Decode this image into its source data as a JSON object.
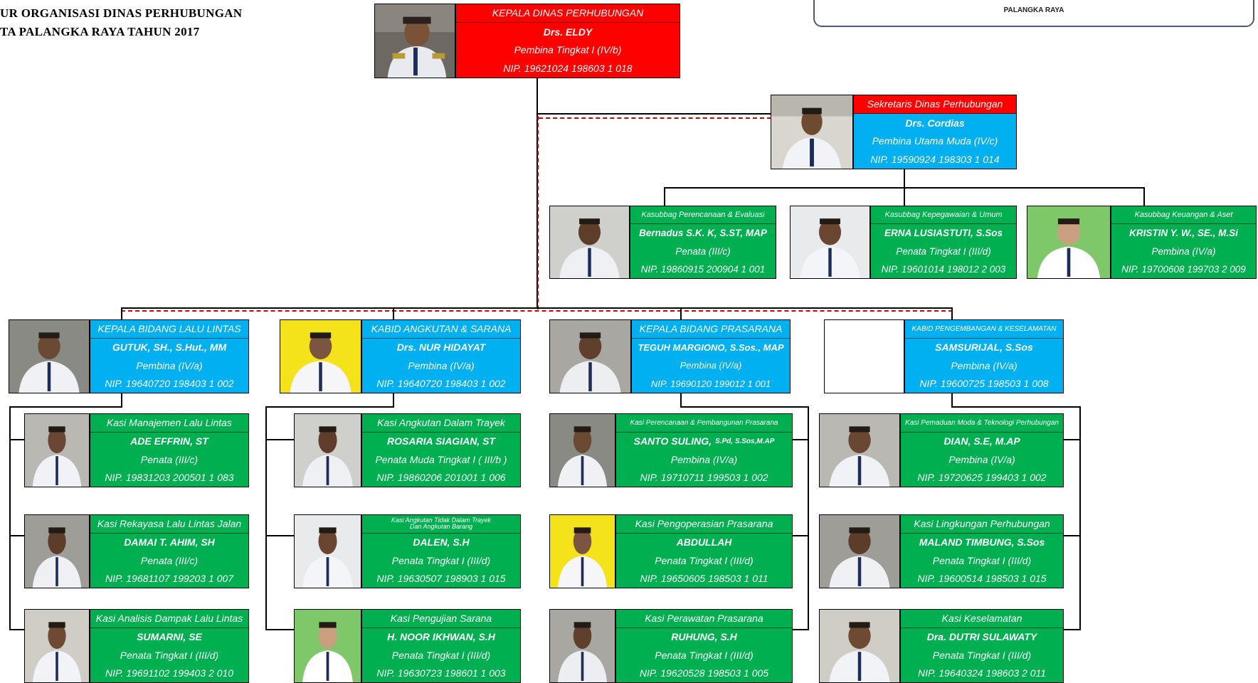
{
  "header": {
    "title_line1": "UR ORGANISASI DINAS PERHUBUNGAN",
    "title_line2": "TA PALANGKA RAYA TAHUN 2017",
    "box_text": "PALANGKA RAYA"
  },
  "colors": {
    "head": "#ff0000",
    "bidang": "#00b0f0",
    "seksi": "#00b050",
    "line": "#000000",
    "dashed": "#d00000"
  },
  "kepala": {
    "title": "KEPALA DINAS PERHUBUNGAN",
    "name": "Drs. ELDY",
    "rank": "Pembina Tingkat I (IV/b)",
    "nip": "NIP. 19621024 198603 1 018"
  },
  "sekretaris": {
    "title": "Sekretaris Dinas Perhubungan",
    "name": "Drs. Cordias",
    "rank": "Pembina Utama Muda (IV/c)",
    "nip": "NIP. 19590924 198303 1 014"
  },
  "kasubbag": [
    {
      "title": "Kasubbag Perencanaan & Evaluasi",
      "name": "Bernadus S.K. K, S.ST, MAP",
      "rank": "Penata (III/c)",
      "nip": "NIP. 19860915 200904 1 001"
    },
    {
      "title": "Kasubbag Kepegawaian & Umum",
      "name": "ERNA LUSIASTUTI, S.Sos",
      "rank": "Penata Tingkat I (III/d)",
      "nip": "NIP. 19601014 198012 2 003"
    },
    {
      "title": "Kasubbag Keuangan & Aset",
      "name": "KRISTIN Y. W., SE., M.Si",
      "rank": "Pembina (IV/a)",
      "nip": "NIP. 19700608 199703 2 009"
    }
  ],
  "bidang": [
    {
      "title": "KEPALA BIDANG LALU LINTAS",
      "name": "GUTUK, SH., S.Hut., MM",
      "rank": "Pembina (IV/a)",
      "nip": "NIP. 19640720 198403 1 002"
    },
    {
      "title": "KABID ANGKUTAN & SARANA",
      "name": "Drs. NUR HIDAYAT",
      "rank": "Pembina (IV/a)",
      "nip": "NIP. 19640720 198403 1 002"
    },
    {
      "title": "KEPALA BIDANG PRASARANA",
      "name": "TEGUH MARGIONO, S.Sos., MAP",
      "rank": "Pembina (IV/a)",
      "nip": "NIP. 19690120 199012 1 001"
    },
    {
      "title": "KABID PENGEMBANGAN & KESELAMATAN",
      "name": "SAMSURIJAL, S.Sos",
      "rank": "Pembina (IV/a)",
      "nip": "NIP. 19600725 198503 1 008"
    }
  ],
  "seksi": [
    [
      {
        "title": "Kasi Manajemen Lalu Lintas",
        "name": "ADE EFFRIN, ST",
        "rank": "Penata (III/c)",
        "nip": "NIP. 19831203 200501 1 083"
      },
      {
        "title": "Kasi Rekayasa Lalu Lintas Jalan",
        "name": "DAMAI T. AHIM, SH",
        "rank": "Penata (III/c)",
        "nip": "NIP. 19681107 199203 1 007"
      },
      {
        "title": "Kasi Analisis Dampak Lalu Lintas",
        "name": "SUMARNI, SE",
        "rank": "Penata Tingkat I (III/d)",
        "nip": "NIP. 19691102 199403 2 010"
      }
    ],
    [
      {
        "title": "Kasi Angkutan Dalam Trayek",
        "name": "ROSARIA SIAGIAN, ST",
        "rank": "Penata Muda Tingkat I ( III/b )",
        "nip": "NIP. 19860206 201001 1 006"
      },
      {
        "title": "Kasi Angkutan Tidak Dalam Trayek",
        "title2": "Dan Angkutan Barang",
        "name": "DALEN, S.H",
        "rank": "Penata Tingkat I (III/d)",
        "nip": "NIP. 19630507 198903 1 015"
      },
      {
        "title": "Kasi Pengujian Sarana",
        "name": "H. NOOR IKHWAN, S.H",
        "rank": "Penata Tingkat I (III/d)",
        "nip": "NIP. 19630723 198601 1 003"
      }
    ],
    [
      {
        "title": "Kasi Perencanaan & Pembangunan Prasarana",
        "name": "SANTO SULING,",
        "name_suffix": "S.Pd, S.Sos,M.AP",
        "rank": "Pembina (IV/a)",
        "nip": "NIP. 19710711 199503 1 002"
      },
      {
        "title": "Kasi Pengoperasian Prasarana",
        "name": "ABDULLAH",
        "rank": "Penata Tingkat I (III/d)",
        "nip": "NIP. 19650605 198503 1 011"
      },
      {
        "title": "Kasi Perawatan Prasarana",
        "name": "RUHUNG, S.H",
        "rank": "Penata Tingkat I (III/d)",
        "nip": "NIP. 19620528 198503 1 005"
      }
    ],
    [
      {
        "title": "Kasi Pemaduan Moda & Teknologi Perhubungan",
        "name": "DIAN, S.E, M.AP",
        "rank": "Pembina (IV/a)",
        "nip": "NIP. 19720625 199403 1 002"
      },
      {
        "title": "Kasi Lingkungan Perhubungan",
        "name": "MALAND TIMBUNG, S.Sos",
        "rank": "Penata Tingkat I (III/d)",
        "nip": "NIP. 19600514 198503 1 015"
      },
      {
        "title": "Kasi Keselamatan",
        "name": "Dra. DUTRI SULAWATY",
        "rank": "Penata Tingkat I (III/d)",
        "nip": "NIP. 19640324 198603 2 011"
      }
    ]
  ]
}
